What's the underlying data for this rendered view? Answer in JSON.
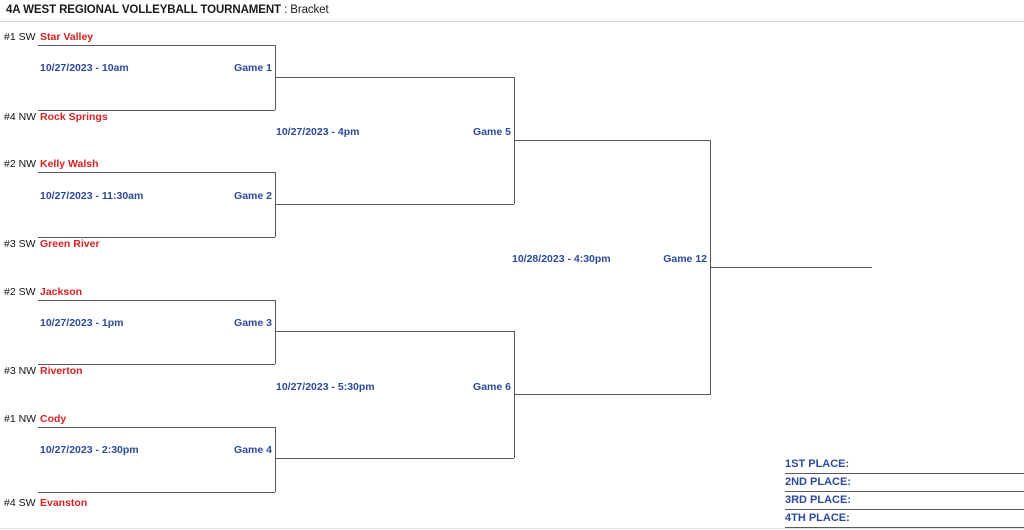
{
  "header": {
    "title_main": "4A WEST REGIONAL VOLLEYBALL TOURNAMENT",
    "title_sub": " : Bracket"
  },
  "bracket": {
    "teams": [
      {
        "seed": "#1 SW",
        "name": "Star Valley"
      },
      {
        "seed": "#4 NW",
        "name": "Rock Springs"
      },
      {
        "seed": "#2 NW",
        "name": "Kelly Walsh"
      },
      {
        "seed": "#3 SW",
        "name": "Green River"
      },
      {
        "seed": "#2 SW",
        "name": "Jackson"
      },
      {
        "seed": "#3 NW",
        "name": "Riverton"
      },
      {
        "seed": "#1 NW",
        "name": "Cody"
      },
      {
        "seed": "#4 SW",
        "name": "Evanston"
      }
    ],
    "games": [
      {
        "label": "Game 1",
        "datetime": "10/27/2023 - 10am"
      },
      {
        "label": "Game 2",
        "datetime": "10/27/2023 - 11:30am"
      },
      {
        "label": "Game 3",
        "datetime": "10/27/2023 - 1pm"
      },
      {
        "label": "Game 4",
        "datetime": "10/27/2023 - 2:30pm"
      },
      {
        "label": "Game 5",
        "datetime": "10/27/2023 - 4pm"
      },
      {
        "label": "Game 6",
        "datetime": "10/27/2023 - 5:30pm"
      },
      {
        "label": "Game 12",
        "datetime": "10/28/2023 - 4:30pm"
      }
    ]
  },
  "placements": [
    {
      "label": "1ST PLACE:"
    },
    {
      "label": "2ND PLACE:"
    },
    {
      "label": "3RD PLACE:"
    },
    {
      "label": "4TH PLACE:"
    }
  ],
  "colors": {
    "team_red": "#d72121",
    "info_blue": "#2b4a9b",
    "line_gray": "#595959"
  }
}
